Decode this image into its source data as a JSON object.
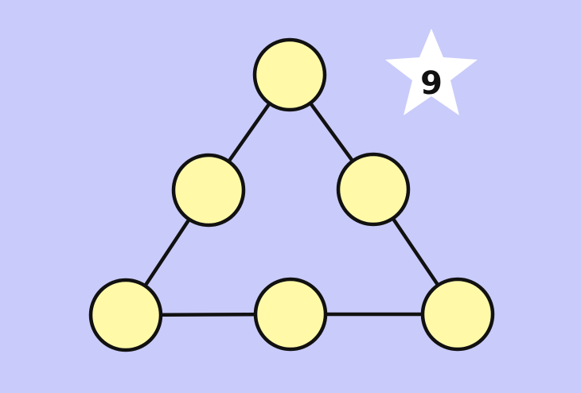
{
  "puzzle": {
    "target_sum_badge": {
      "icon": "star-icon",
      "value": "9",
      "fill_color": "#ffffff"
    },
    "colors": {
      "background": "#c9cbfb",
      "node_fill": "#fff9a8",
      "stroke": "#111111"
    },
    "nodes": [
      {
        "id": "top",
        "value": ""
      },
      {
        "id": "middle-left",
        "value": ""
      },
      {
        "id": "middle-right",
        "value": ""
      },
      {
        "id": "bottom-left",
        "value": ""
      },
      {
        "id": "bottom-middle",
        "value": ""
      },
      {
        "id": "bottom-right",
        "value": ""
      }
    ]
  }
}
